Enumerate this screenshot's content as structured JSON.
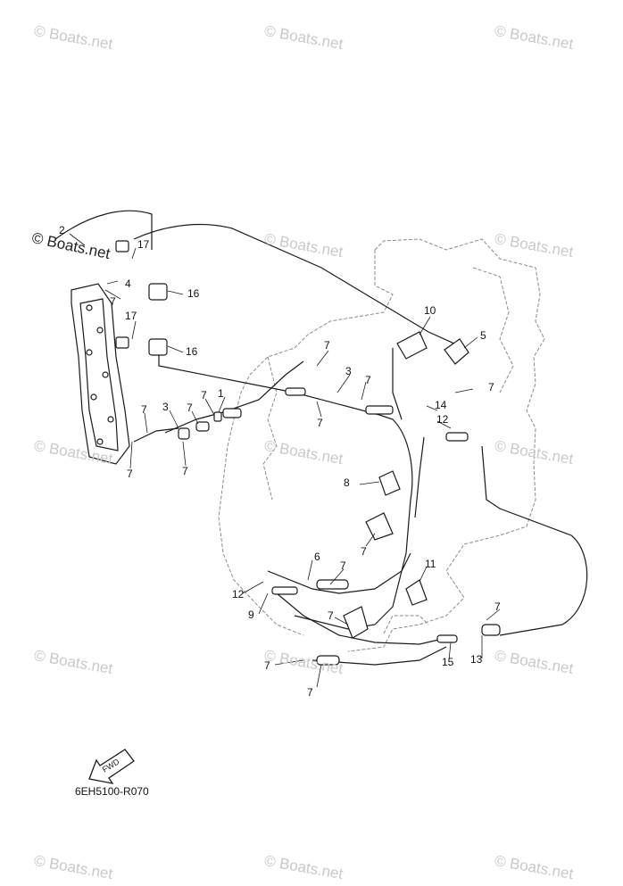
{
  "watermarks": [
    "© Boats.net",
    "© Boats.net",
    "© Boats.net",
    "© Boats.net",
    "© Boats.net",
    "© Boats.net",
    "© Boats.net",
    "© Boats.net",
    "© Boats.net",
    "© Boats.net",
    "© Boats.net",
    "© Boats.net",
    "© Boats.net",
    "© Boats.net"
  ],
  "watermark_main": "© Boats.net",
  "fwd_label": "FWD",
  "diagram_code": "6EH5100-R070",
  "callouts": [
    "2",
    "17",
    "4",
    "7",
    "16",
    "17",
    "16",
    "7",
    "10",
    "5",
    "3",
    "7",
    "7",
    "14",
    "1",
    "7",
    "3",
    "7",
    "7",
    "7",
    "7",
    "7",
    "12",
    "8",
    "7",
    "6",
    "7",
    "12",
    "11",
    "9",
    "7",
    "7",
    "15",
    "13",
    "7",
    "7",
    "7"
  ],
  "colors": {
    "line": "#1a1a1a",
    "ghost": "#8a8a8a",
    "watermark": "#c9c9c9"
  }
}
